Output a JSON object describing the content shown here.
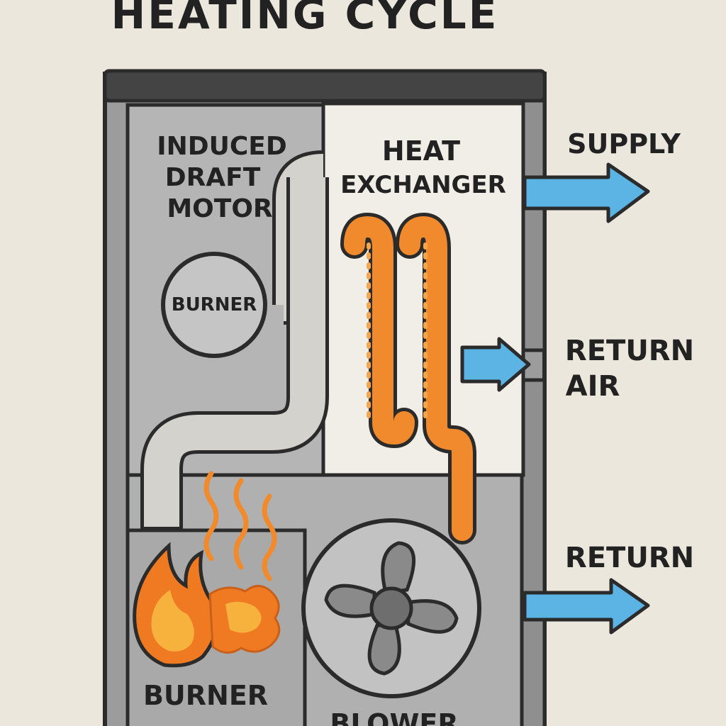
{
  "title": "HEATING CYCLE",
  "labels": {
    "induced_draft_motor": [
      "INDUCED",
      "DRAFT",
      "MOTOR"
    ],
    "burner_circle": "BURNER",
    "heat_exchanger": [
      "HEAT",
      "EXCHANGER"
    ],
    "supply": "SUPPLY",
    "return_air": [
      "RETURN",
      "AIR"
    ],
    "return": "RETURN",
    "burner": "BURNER",
    "blower": "BLOWER"
  },
  "colors": {
    "background": "#ece7dd",
    "cabinet": "#9c9c9c",
    "cabinet_light": "#b7b7b7",
    "panel_top": "#444444",
    "exchanger_bg": "#f1eee8",
    "duct": "#d4d2cc",
    "coil": "#f08a2c",
    "flame": "#f07a22",
    "flame_core": "#f6b23c",
    "arrow": "#5bb4e3",
    "outline": "#2b2b2b"
  },
  "icons": [
    "flame-icon",
    "blower-fan-icon",
    "heat-wave-icon",
    "arrow-right-icon"
  ]
}
